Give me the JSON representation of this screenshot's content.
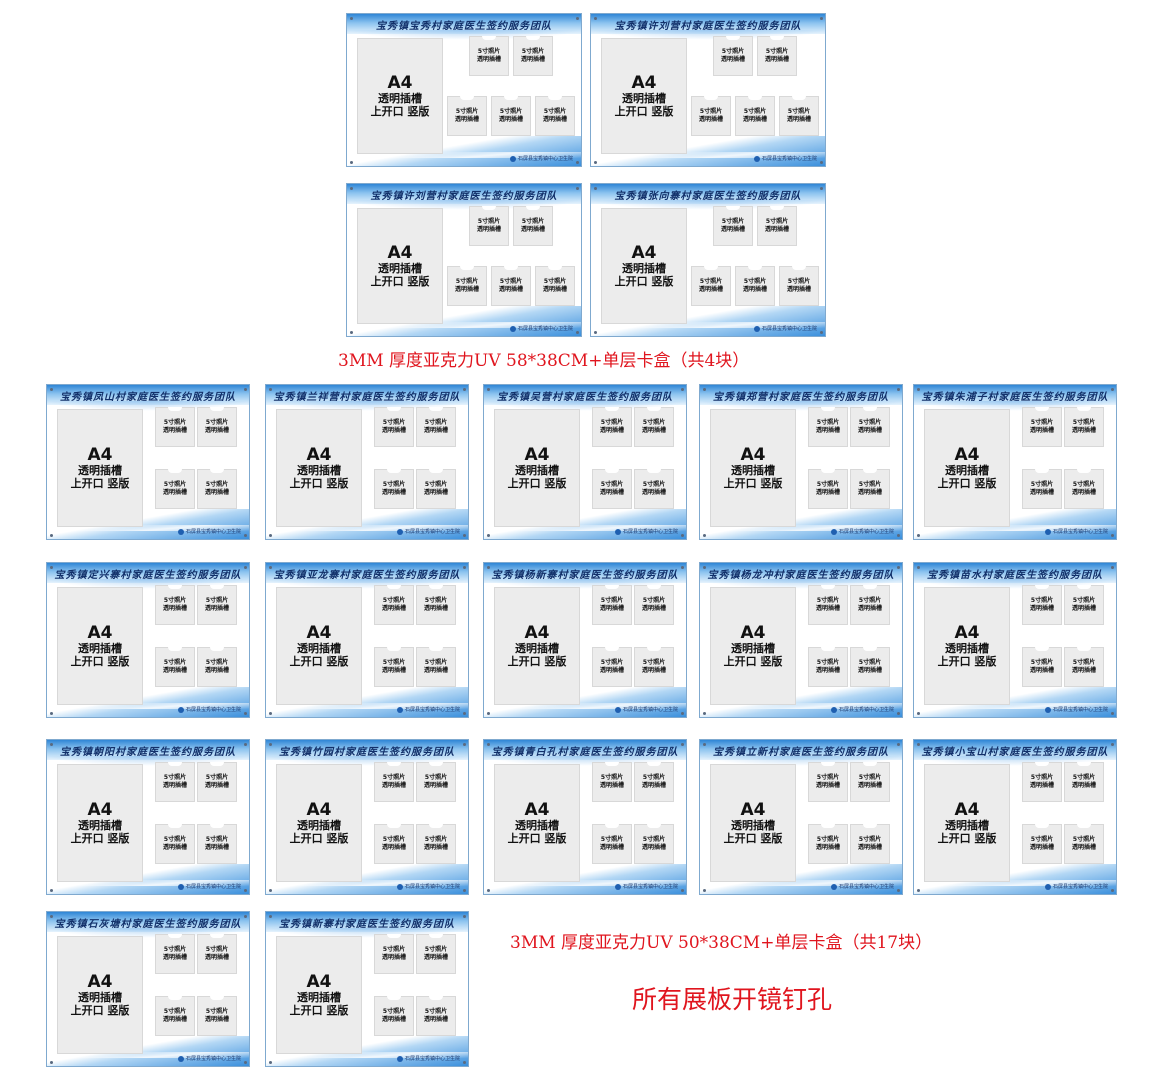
{
  "captions": {
    "large_spec": "3MM 厚度亚克力UV  58*38CM+单层卡盒（共4块）",
    "small_spec": "3MM 厚度亚克力UV  50*38CM+单层卡盒（共17块）",
    "note": "所有展板开镜钉孔"
  },
  "common": {
    "a4_big": "A4",
    "a4_line1": "透明插槽",
    "a4_line2": "上开口 竖版",
    "slot_line1": "5寸照片",
    "slot_line2": "透明插槽",
    "hospital": "石屏县宝秀镇中心卫生院"
  },
  "large_boards": [
    {
      "title": "宝秀镇宝秀村家庭医生签约服务团队"
    },
    {
      "title": "宝秀镇许刘营村家庭医生签约服务团队"
    },
    {
      "title": "宝秀镇许刘营村家庭医生签约服务团队"
    },
    {
      "title": "宝秀镇张向寨村家庭医生签约服务团队"
    }
  ],
  "small_boards": [
    {
      "title": "宝秀镇凤山村家庭医生签约服务团队"
    },
    {
      "title": "宝秀镇兰祥营村家庭医生签约服务团队"
    },
    {
      "title": "宝秀镇吴营村家庭医生签约服务团队"
    },
    {
      "title": "宝秀镇郑营村家庭医生签约服务团队"
    },
    {
      "title": "宝秀镇朱浦子村家庭医生签约服务团队"
    },
    {
      "title": "宝秀镇定兴寨村家庭医生签约服务团队"
    },
    {
      "title": "宝秀镇亚龙寨村家庭医生签约服务团队"
    },
    {
      "title": "宝秀镇杨新寨村家庭医生签约服务团队"
    },
    {
      "title": "宝秀镇杨龙冲村家庭医生签约服务团队"
    },
    {
      "title": "宝秀镇苗水村家庭医生签约服务团队"
    },
    {
      "title": "宝秀镇朝阳村家庭医生签约服务团队"
    },
    {
      "title": "宝秀镇竹园村家庭医生签约服务团队"
    },
    {
      "title": "宝秀镇青白孔村家庭医生签约服务团队"
    },
    {
      "title": "宝秀镇立新村家庭医生签约服务团队"
    },
    {
      "title": "宝秀镇小宝山村家庭医生签约服务团队"
    },
    {
      "title": "宝秀镇石灰塘村家庭医生签约服务团队"
    },
    {
      "title": "宝秀镇新寨村家庭医生签约服务团队"
    }
  ]
}
